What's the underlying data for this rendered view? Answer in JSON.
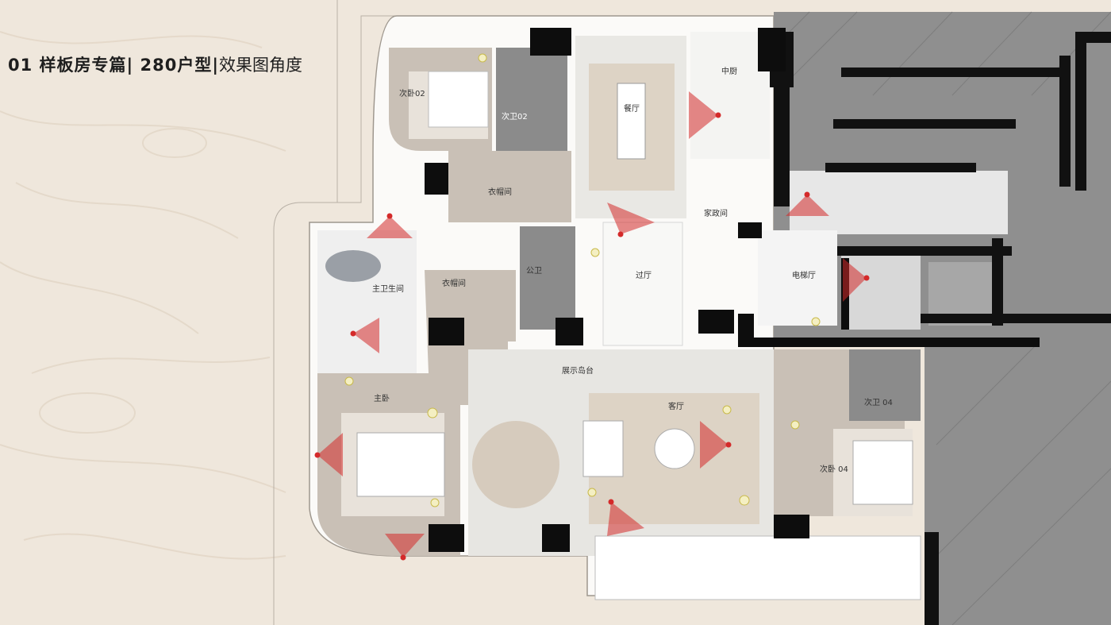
{
  "title": {
    "bold": "01 样板房专篇| 280户型|",
    "light": "效果图角度"
  },
  "rooms": {
    "bedroom_02": "次卧02",
    "bath_02": "次卫02",
    "dining": "餐厅",
    "kitchen": "中厨",
    "housekeeping": "家政间",
    "walkin_closet_1": "衣帽间",
    "walkin_closet_2": "衣帽间",
    "master_bath": "主卫生间",
    "public_bath": "公卫",
    "hallway": "过厅",
    "elevator_hall": "电梯厅",
    "display_island": "展示岛台",
    "master_bedroom": "主卧",
    "living_room": "客厅",
    "bath_04": "次卫 04",
    "bedroom_04": "次卧 04"
  },
  "colors": {
    "background": "#efe7dc",
    "floor_grey": "#c9c0b6",
    "floor_light": "#e7e6e2",
    "wall_black": "#0d0d0d",
    "service_core": "#8c8c8c",
    "camera_red": "#d42a2a"
  },
  "legend": {
    "camera_marker": "camera-view-icon"
  }
}
